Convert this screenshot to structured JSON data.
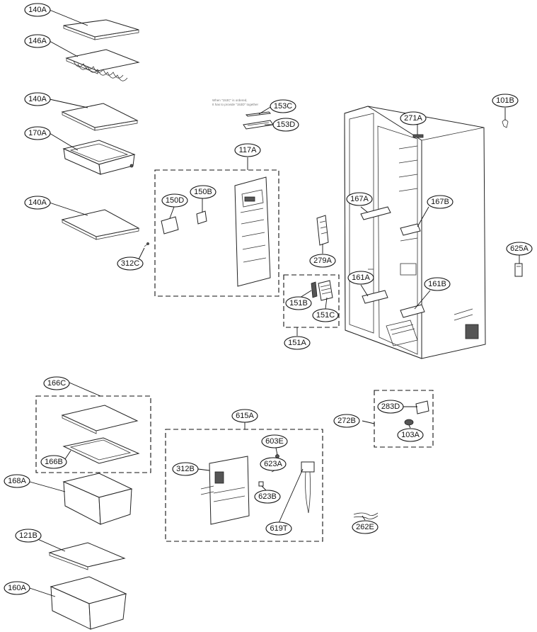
{
  "labels": {
    "l140a_1": "140A",
    "l146a": "146A",
    "l140a_2": "140A",
    "l170a": "170A",
    "l140a_3": "140A",
    "l312c": "312C",
    "l153c": "153C",
    "l153d": "153D",
    "l117a": "117A",
    "l150d": "150D",
    "l150b": "150B",
    "l279a": "279A",
    "l151b": "151B",
    "l151c": "151C",
    "l151a": "151A",
    "l271a": "271A",
    "l101b": "101B",
    "l167a": "167A",
    "l167b": "167B",
    "l625a": "625A",
    "l161a": "161A",
    "l161b": "161B",
    "l166c": "166C",
    "l166b": "166B",
    "l168a": "168A",
    "l121b": "121B",
    "l160a": "160A",
    "l615a": "615A",
    "l603e": "603E",
    "l623a": "623A",
    "l312b": "312B",
    "l623b": "623B",
    "l619t": "619T",
    "l272b": "272B",
    "l283d": "283D",
    "l103a": "103A",
    "l262e": "262E"
  },
  "notes": {
    "line1": "When \"153C\" is ordered,",
    "line2": "It has to provide \"153D\" together"
  }
}
